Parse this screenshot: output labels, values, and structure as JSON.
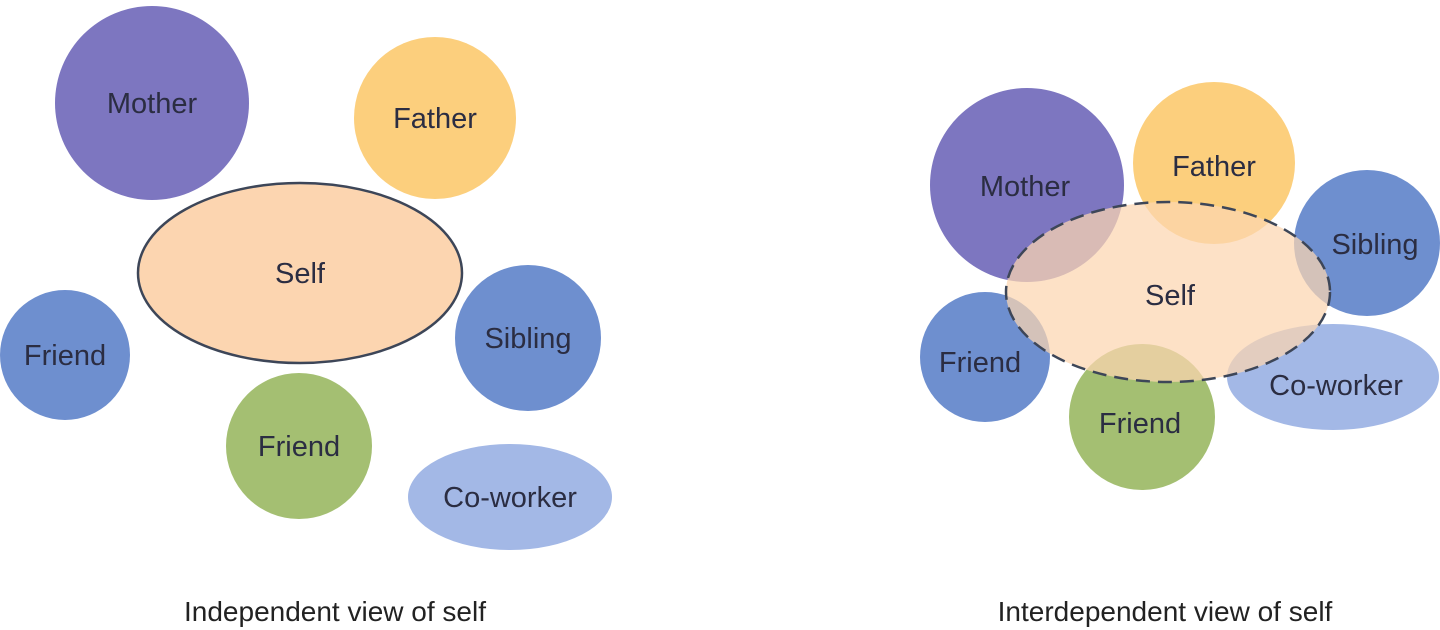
{
  "colors": {
    "mother": "#7d76c0",
    "father": "#fccf7d",
    "self": "#fcd5b0",
    "sibling": "#6e8fcf",
    "friend_blue": "#6e8fcf",
    "friend_green": "#a4bf72",
    "coworker": "#a3b8e6",
    "outline": "#3d4658"
  },
  "independent": {
    "caption": "Independent view of self",
    "nodes": {
      "mother": "Mother",
      "father": "Father",
      "self": "Self",
      "friend_left": "Friend",
      "sibling": "Sibling",
      "friend_bottom": "Friend",
      "coworker": "Co-worker"
    }
  },
  "interdependent": {
    "caption": "Interdependent view of self",
    "nodes": {
      "mother": "Mother",
      "father": "Father",
      "sibling": "Sibling",
      "self": "Self",
      "friend_left": "Friend",
      "coworker": "Co-worker",
      "friend_bottom": "Friend"
    }
  }
}
